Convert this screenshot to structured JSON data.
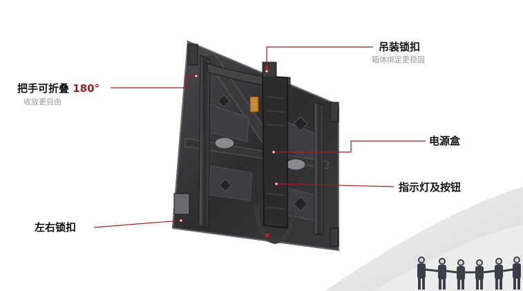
{
  "colors": {
    "accent": "#9e1b1e",
    "label_text": "#111111",
    "sub_text": "#9a9a9a",
    "panel_dark": "#2b2b2d",
    "panel_mid": "#4a4a4d"
  },
  "callouts": {
    "hanging_lock": {
      "label": "吊装锁扣",
      "sub": "箱体绑定更稳固"
    },
    "handle": {
      "label": "把手可折叠 ",
      "label_accent": "180°",
      "sub": "收放更自由"
    },
    "power_box": {
      "label": "电源盒"
    },
    "indicator": {
      "label": "指示灯及按钮"
    },
    "side_lock": {
      "label": "左右锁扣"
    }
  },
  "image": {
    "subject": "led-cabinet-rear-view",
    "background_photo": "business-people-holding-hands"
  }
}
